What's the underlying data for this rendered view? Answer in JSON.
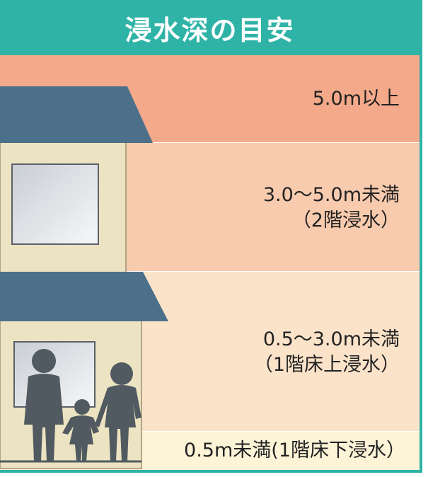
{
  "title": "浸水深の目安",
  "levels": [
    {
      "lines": [
        "5.0m以上"
      ]
    },
    {
      "lines": [
        "3.0〜5.0m未満",
        "（2階浸水）"
      ]
    },
    {
      "lines": [
        "0.5〜3.0m未満",
        "（1階床上浸水）"
      ]
    },
    {
      "lines": [
        "0.5m未満(1階床下浸水）"
      ]
    }
  ],
  "colors": {
    "header": "#2fb3a7",
    "level_5_plus": "#f3a98a",
    "level_3_5": "#f8cbae",
    "level_05_3": "#fbe3c9",
    "level_under_05": "#fdf4d8",
    "roof": "#4c7089",
    "wall": "#ece3c2",
    "silhouette": "#505a60"
  }
}
